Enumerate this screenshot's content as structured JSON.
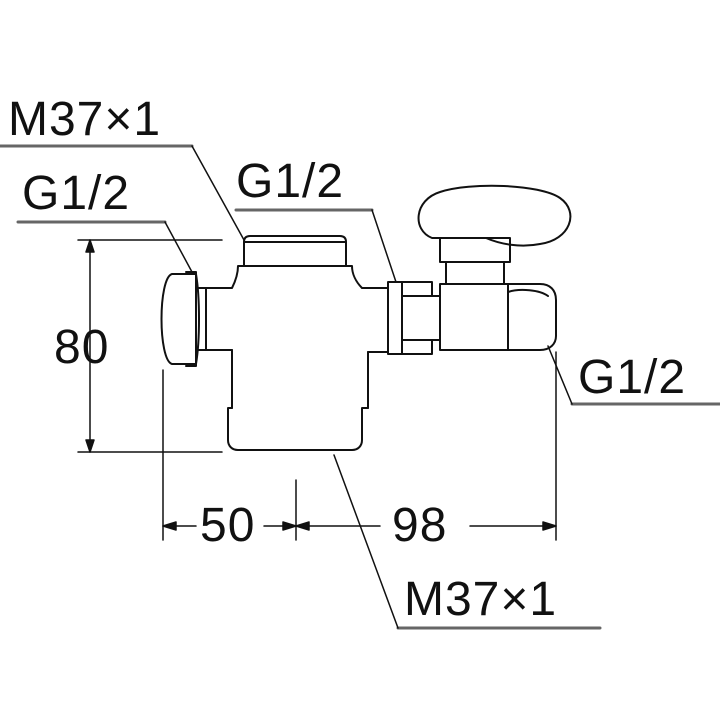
{
  "labels": {
    "top_left_thread": "M37×1",
    "left_inlet": "G1/2",
    "top_middle_inlet": "G1/2",
    "right_outlet": "G1/2",
    "bottom_thread": "M37×1"
  },
  "dimensions": {
    "height": "80",
    "width_left": "50",
    "width_right": "98"
  },
  "colors": {
    "line": "#111111",
    "background": "#ffffff"
  }
}
